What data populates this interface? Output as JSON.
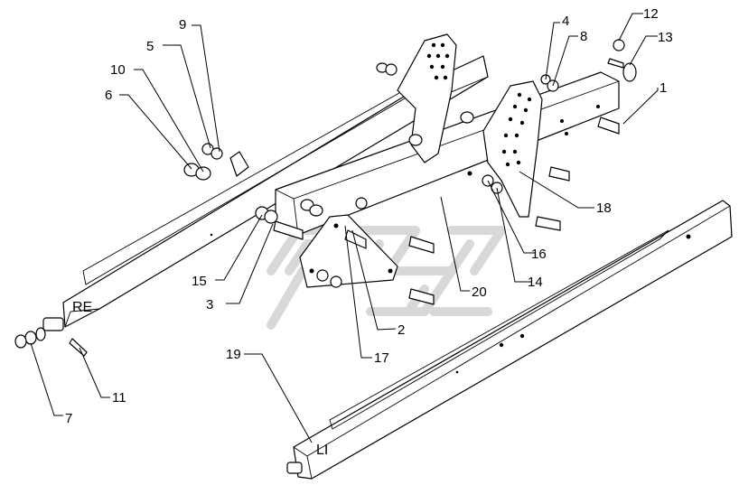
{
  "diagram": {
    "side_labels": {
      "right": "RE",
      "left": "LI"
    },
    "callouts": [
      {
        "id": "c1",
        "text": "1"
      },
      {
        "id": "c2",
        "text": "2"
      },
      {
        "id": "c3",
        "text": "3"
      },
      {
        "id": "c4",
        "text": "4"
      },
      {
        "id": "c5",
        "text": "5"
      },
      {
        "id": "c6",
        "text": "6"
      },
      {
        "id": "c7",
        "text": "7"
      },
      {
        "id": "c8",
        "text": "8"
      },
      {
        "id": "c9",
        "text": "9"
      },
      {
        "id": "c10",
        "text": "10"
      },
      {
        "id": "c11",
        "text": "11"
      },
      {
        "id": "c12",
        "text": "12"
      },
      {
        "id": "c13",
        "text": "13"
      },
      {
        "id": "c14",
        "text": "14"
      },
      {
        "id": "c15",
        "text": "15"
      },
      {
        "id": "c16",
        "text": "16"
      },
      {
        "id": "c17",
        "text": "17"
      },
      {
        "id": "c18",
        "text": "18"
      },
      {
        "id": "c19",
        "text": "19"
      },
      {
        "id": "c20",
        "text": "20"
      }
    ]
  }
}
